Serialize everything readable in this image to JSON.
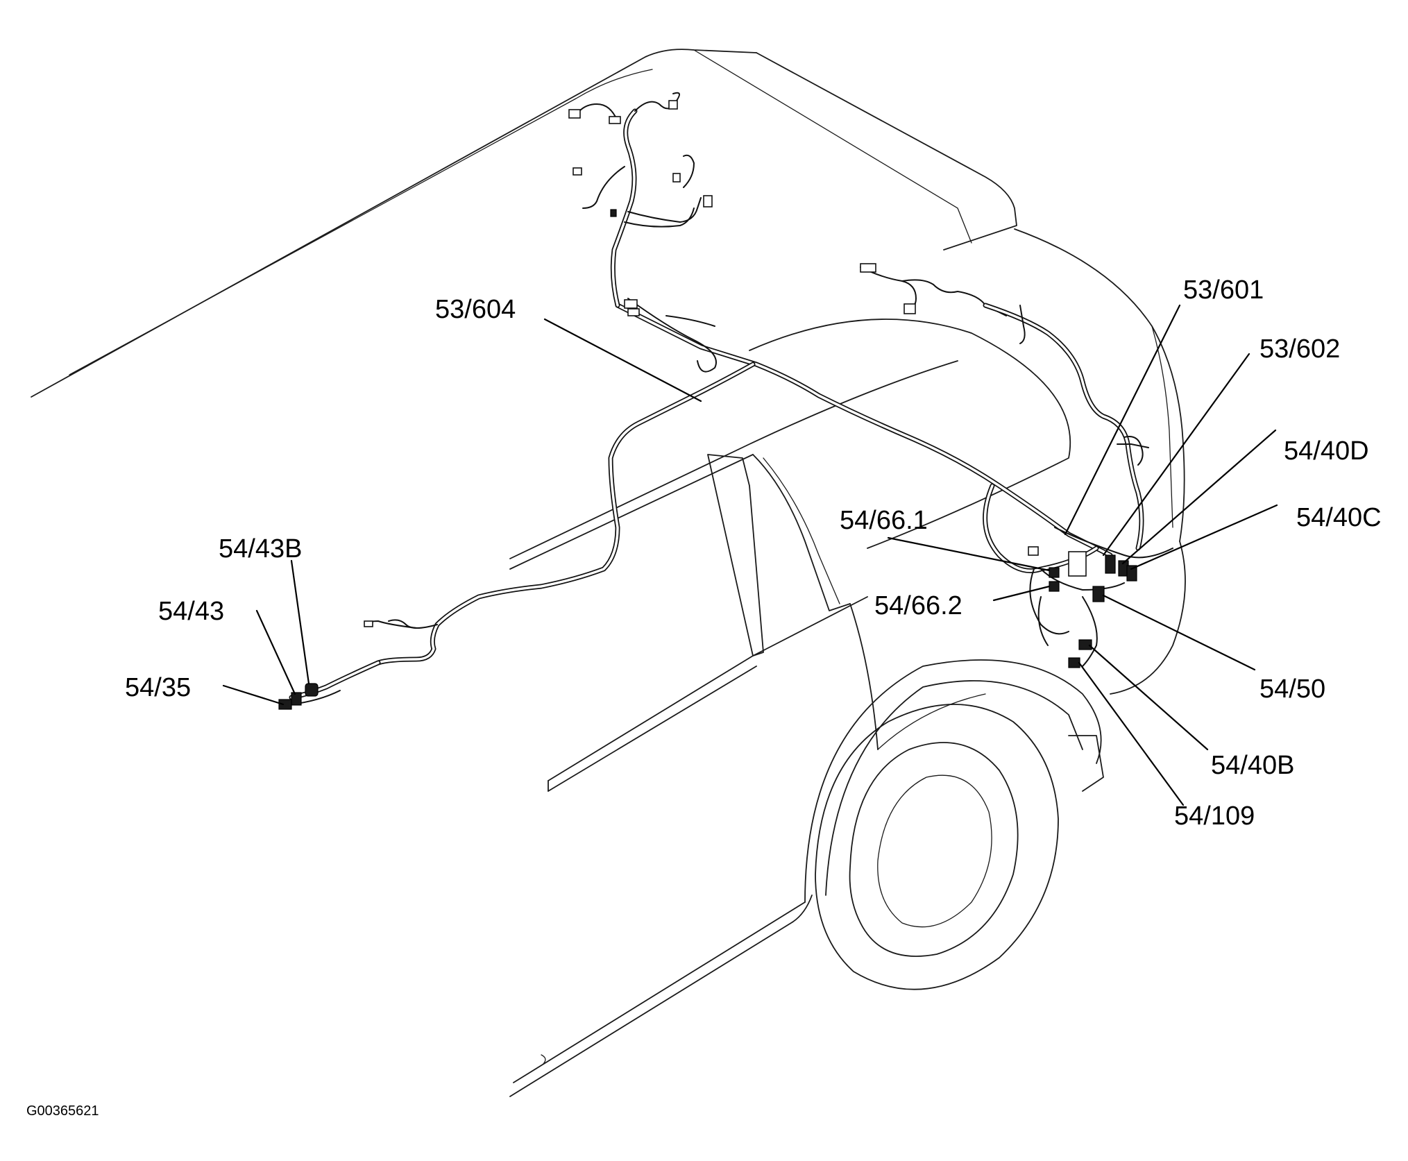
{
  "diagram": {
    "figure_id": "G00365621",
    "callouts": {
      "c53_604": "53/604",
      "c53_601": "53/601",
      "c53_602": "53/602",
      "c54_40D": "54/40D",
      "c54_40C": "54/40C",
      "c54_66_1": "54/66.1",
      "c54_66_2": "54/66.2",
      "c54_43B": "54/43B",
      "c54_43": "54/43",
      "c54_35": "54/35",
      "c54_50": "54/50",
      "c54_40B": "54/40B",
      "c54_109": "54/109"
    }
  }
}
